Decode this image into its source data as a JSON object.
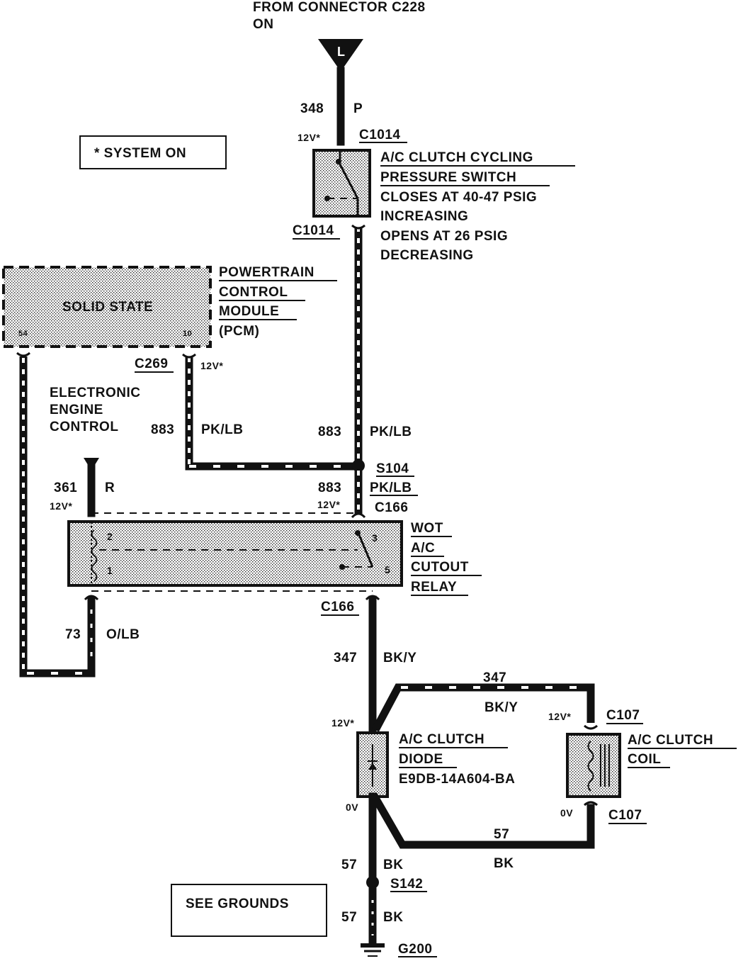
{
  "source": {
    "line1": "FROM CONNECTOR C228",
    "line2": "ON",
    "terminal": "L"
  },
  "notes": {
    "system_on": "* SYSTEM ON",
    "see_grounds": "SEE GROUNDS"
  },
  "wires": {
    "w348": {
      "circuit": "348",
      "color": "P"
    },
    "w883_right": {
      "circuit": "883",
      "color": "PK/LB"
    },
    "w883_left": {
      "circuit": "883",
      "color": "PK/LB"
    },
    "w883_relay": {
      "circuit": "883",
      "color": "PK/LB"
    },
    "w361": {
      "circuit": "361",
      "color": "R"
    },
    "w73": {
      "circuit": "73",
      "color": "O/LB"
    },
    "w347_main": {
      "circuit": "347",
      "color": "BK/Y"
    },
    "w347_branch": {
      "circuit": "347",
      "color": "BK/Y"
    },
    "w57_branch": {
      "circuit": "57",
      "color": "BK"
    },
    "w57_upper": {
      "circuit": "57",
      "color": "BK"
    },
    "w57_lower": {
      "circuit": "57",
      "color": "BK"
    }
  },
  "voltages": {
    "switch_in": "12V*",
    "pcm_pin": "12V*",
    "relay_361": "12V*",
    "relay_883": "12V*",
    "diode_top": "12V*",
    "coil_top": "12V*",
    "diode_bottom": "0V",
    "coil_bottom": "0V"
  },
  "connectors": {
    "c1014_top": "C1014",
    "c1014_bottom": "C1014",
    "c269": "C269",
    "c166_top": "C166",
    "c166_bottom": "C166",
    "c107_top": "C107",
    "c107_bottom": "C107",
    "s104": "S104",
    "s142": "S142",
    "g200": "G200"
  },
  "components": {
    "pressure_switch": {
      "title1": "A/C CLUTCH CYCLING",
      "title2": "PRESSURE SWITCH",
      "desc1": "CLOSES AT 40-47 PSIG",
      "desc2": "INCREASING",
      "desc3": "OPENS AT 26 PSIG",
      "desc4": "DECREASING"
    },
    "pcm": {
      "title1": "POWERTRAIN",
      "title2": "CONTROL",
      "title3": "MODULE",
      "title4": "(PCM)",
      "inner": "SOLID STATE",
      "pin_left": "54",
      "pin_right": "10"
    },
    "eec": {
      "line1": "ELECTRONIC",
      "line2": "ENGINE",
      "line3": "CONTROL"
    },
    "relay": {
      "title1": "WOT",
      "title2": "A/C",
      "title3": "CUTOUT",
      "title4": "RELAY",
      "pin2": "2",
      "pin1": "1",
      "pin3": "3",
      "pin5": "5"
    },
    "diode": {
      "title1": "A/C CLUTCH",
      "title2": "DIODE",
      "part": "E9DB-14A604-BA"
    },
    "coil": {
      "title1": "A/C CLUTCH",
      "title2": "COIL"
    }
  }
}
